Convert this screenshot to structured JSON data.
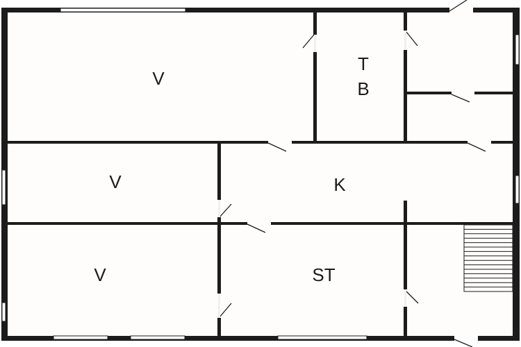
{
  "diagram": {
    "type": "floor-plan",
    "colors": {
      "wall": "#1c1c1c",
      "floor": "#fefdfb",
      "background": "#ffffff"
    },
    "rooms": [
      {
        "id": "room-top-left",
        "label": "V"
      },
      {
        "id": "room-bathroom",
        "label_line1": "T",
        "label_line2": "B"
      },
      {
        "id": "room-top-right",
        "label": ""
      },
      {
        "id": "room-small-right",
        "label": ""
      },
      {
        "id": "room-middle-left",
        "label": "V"
      },
      {
        "id": "room-kitchen",
        "label": "K"
      },
      {
        "id": "room-bottom-left",
        "label": "V"
      },
      {
        "id": "room-living",
        "label": "ST"
      },
      {
        "id": "room-stairwell",
        "label": ""
      }
    ],
    "stairs": {
      "steps": 15
    }
  }
}
